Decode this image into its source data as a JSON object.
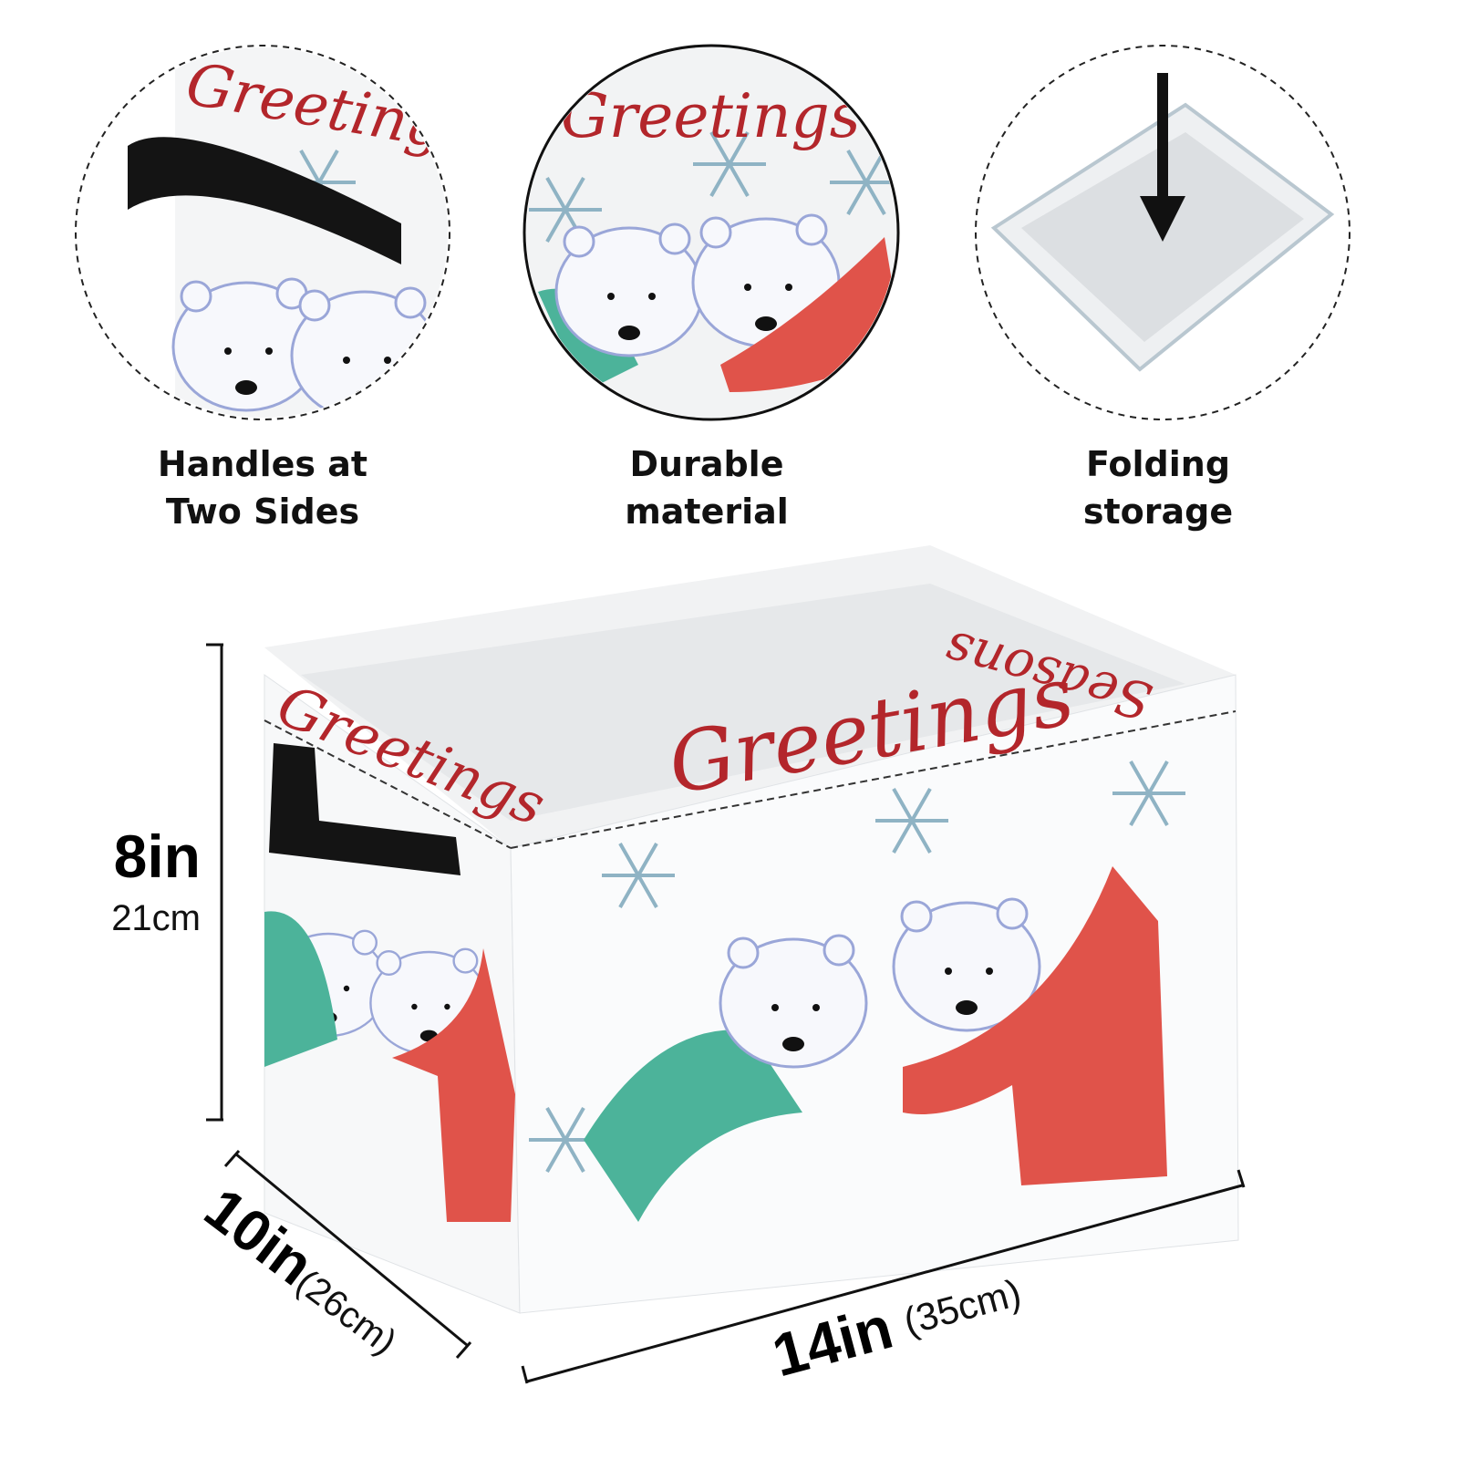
{
  "features": [
    {
      "label_line1": "Handles at",
      "label_line2": "Two Sides"
    },
    {
      "label_line1": "Durable",
      "label_line2": "material"
    },
    {
      "label_line1": "Folding",
      "label_line2": "storage"
    }
  ],
  "artwork": {
    "word1": "Greetings",
    "word2": "Seasons"
  },
  "dimensions": {
    "height": {
      "imperial": "8in",
      "metric": "21cm"
    },
    "depth": {
      "imperial": "10in",
      "metric": "(26cm)"
    },
    "width": {
      "imperial": "14in",
      "metric": "(35cm)"
    }
  },
  "colors": {
    "accent_red": "#b3262b",
    "snowflake": "#8fb3c4",
    "scarf_red": "#e0534a",
    "scarf_green": "#4cb39a",
    "handle": "#111111"
  }
}
